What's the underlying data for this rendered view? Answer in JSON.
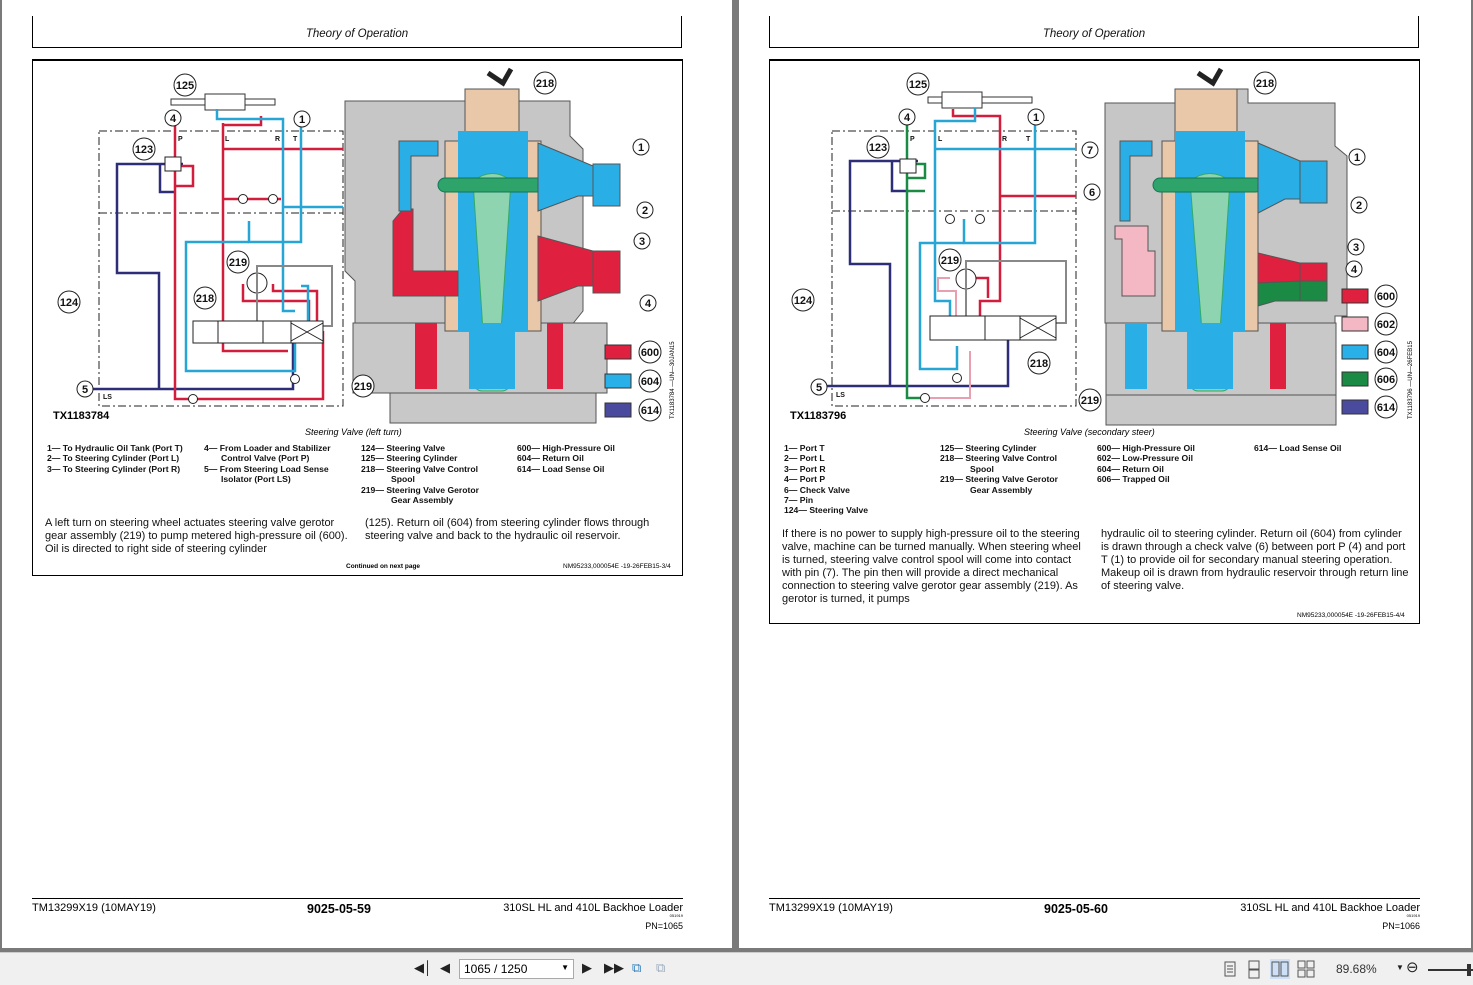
{
  "pages": [
    {
      "header": "Theory of Operation",
      "figure_id": "TX1183784",
      "vertical_ref": "TX1183784 —UN—30JAN15",
      "caption": "Steering Valve (left turn)",
      "callouts": {
        "c125": "125",
        "c4": "4",
        "c1": "1",
        "c123": "123",
        "c219": "219",
        "c218": "218",
        "c124": "124",
        "c5": "5",
        "c218b": "218",
        "c1b": "1",
        "c2": "2",
        "c3": "3",
        "c4b": "4",
        "c219b": "219"
      },
      "port_labels": {
        "P": "P",
        "L": "L",
        "R": "R",
        "T": "T",
        "LS": "LS"
      },
      "color_legend": [
        {
          "code": "600",
          "color": "#e0203f"
        },
        {
          "code": "604",
          "color": "#2ab0e8"
        },
        {
          "code": "614",
          "color": "#4a4a9e"
        }
      ],
      "legend_col1": [
        "1— To Hydraulic Oil Tank (Port T)",
        "2— To Steering Cylinder (Port L)",
        "3— To Steering Cylinder (Port R)"
      ],
      "legend_col2": [
        "4— From Loader and Stabilizer",
        "Control Valve (Port P)",
        "5— From Steering Load Sense",
        "Isolator (Port LS)"
      ],
      "legend_col3": [
        "124— Steering Valve",
        "125— Steering Cylinder",
        "218— Steering Valve Control",
        "Spool",
        "219— Steering Valve Gerotor",
        "Gear Assembly"
      ],
      "legend_col4": [
        "600— High-Pressure Oil",
        "604— Return Oil",
        "614— Load Sense Oil"
      ],
      "body_col1": "A left turn on steering wheel actuates steering valve gerotor gear assembly (219) to pump metered high-pressure oil (600). Oil is directed to right side of steering cylinder",
      "body_col2": "(125). Return oil (604) from steering cylinder flows through steering valve and back to the hydraulic oil reservoir.",
      "continued": "Continued on next page",
      "doc_ref": "NM95233,000054E -19-26FEB15-3/4",
      "footer": {
        "manual": "TM13299X19 (10MAY19)",
        "page_code": "9025-05-59",
        "title": "310SL HL and 410L Backhoe Loader",
        "small": "051919",
        "pn": "PN=1065"
      }
    },
    {
      "header": "Theory of Operation",
      "figure_id": "TX1183796",
      "vertical_ref": "TX1183796 —UN—26FEB15",
      "caption": "Steering Valve (secondary steer)",
      "callouts": {
        "c125": "125",
        "c4": "4",
        "c1": "1",
        "c123": "123",
        "c219": "219",
        "c218": "218",
        "c124": "124",
        "c5": "5",
        "c7": "7",
        "c6": "6",
        "c218b": "218",
        "c1b": "1",
        "c2": "2",
        "c3": "3",
        "c4b": "4",
        "c219b": "219"
      },
      "port_labels": {
        "P": "P",
        "L": "L",
        "R": "R",
        "T": "T",
        "LS": "LS"
      },
      "color_legend": [
        {
          "code": "600",
          "color": "#e0203f"
        },
        {
          "code": "602",
          "color": "#f4b8c4"
        },
        {
          "code": "604",
          "color": "#2ab0e8"
        },
        {
          "code": "606",
          "color": "#1a8a45"
        },
        {
          "code": "614",
          "color": "#4a4a9e"
        }
      ],
      "legend_col1": [
        "1— Port T",
        "2— Port L",
        "3— Port R",
        "4— Port P",
        "6— Check Valve",
        "7— Pin",
        "124— Steering Valve"
      ],
      "legend_col2": [
        "125— Steering Cylinder",
        "218— Steering Valve Control",
        "Spool",
        "219— Steering Valve Gerotor",
        "Gear Assembly"
      ],
      "legend_col3": [
        "600— High-Pressure Oil",
        "602— Low-Pressure Oil",
        "604— Return Oil",
        "606— Trapped Oil"
      ],
      "legend_col4": [
        "614— Load Sense Oil"
      ],
      "body_col1": "If there is no power to supply high-pressure oil to the steering valve, machine can be turned manually. When steering wheel is turned, steering valve control spool will come into contact with pin (7). The pin then will provide a direct mechanical connection to steering valve gerotor gear assembly (219). As gerotor is turned, it pumps",
      "body_col2": "hydraulic oil to steering cylinder. Return oil (604) from cylinder is drawn through a check valve (6) between port P (4) and port T (1) to provide oil for secondary manual steering operation. Makeup oil is drawn from hydraulic reservoir through return line of steering valve.",
      "doc_ref": "NM95233,000054E -19-26FEB15-4/4",
      "footer": {
        "manual": "TM13299X19 (10MAY19)",
        "page_code": "9025-05-60",
        "title": "310SL HL and 410L Backhoe Loader",
        "small": "051919",
        "pn": "PN=1066"
      }
    }
  ],
  "toolbar": {
    "page_input": "1065 / 1250",
    "zoom_level": "89.68%",
    "icons": [
      "first-page-icon",
      "previous-page-icon",
      "next-page-icon",
      "last-page-icon",
      "go-back-view-icon",
      "go-forward-view-icon",
      "single-page-view-icon",
      "continuous-view-icon",
      "two-page-view-icon",
      "two-page-continuous-view-icon",
      "zoom-dropdown-icon",
      "zoom-out-icon",
      "zoom-slider"
    ]
  }
}
